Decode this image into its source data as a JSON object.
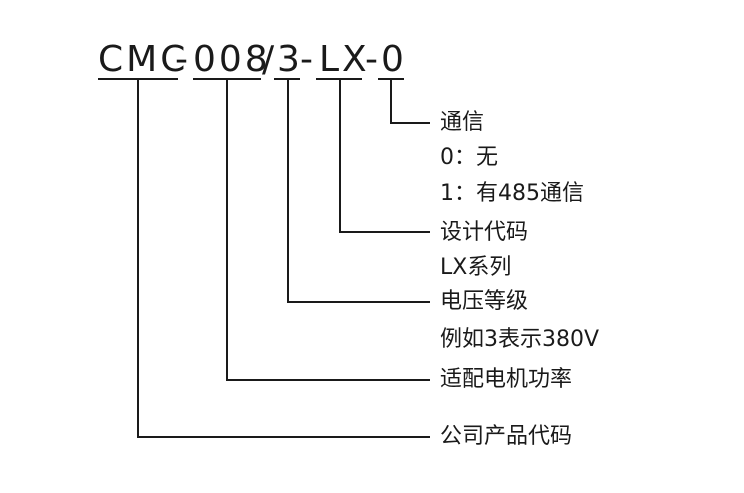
{
  "model_code": {
    "prefix": "CMC",
    "dash1": "-",
    "power": "008",
    "slash": "/",
    "voltage": "3",
    "dash2": "-",
    "series": "LX",
    "dash3": "-",
    "comm": "0"
  },
  "labels": {
    "comm_title": "通信",
    "comm_opt0": "0：无",
    "comm_opt1": "1：有485通信",
    "design_title": "设计代码",
    "design_desc": "LX系列",
    "voltage_title": "电压等级",
    "voltage_desc": "例如3表示380V",
    "power_title": "适配电机功率",
    "company_title": "公司产品代码"
  },
  "colors": {
    "line": "#1a1a1a",
    "text": "#1a1a1a"
  }
}
